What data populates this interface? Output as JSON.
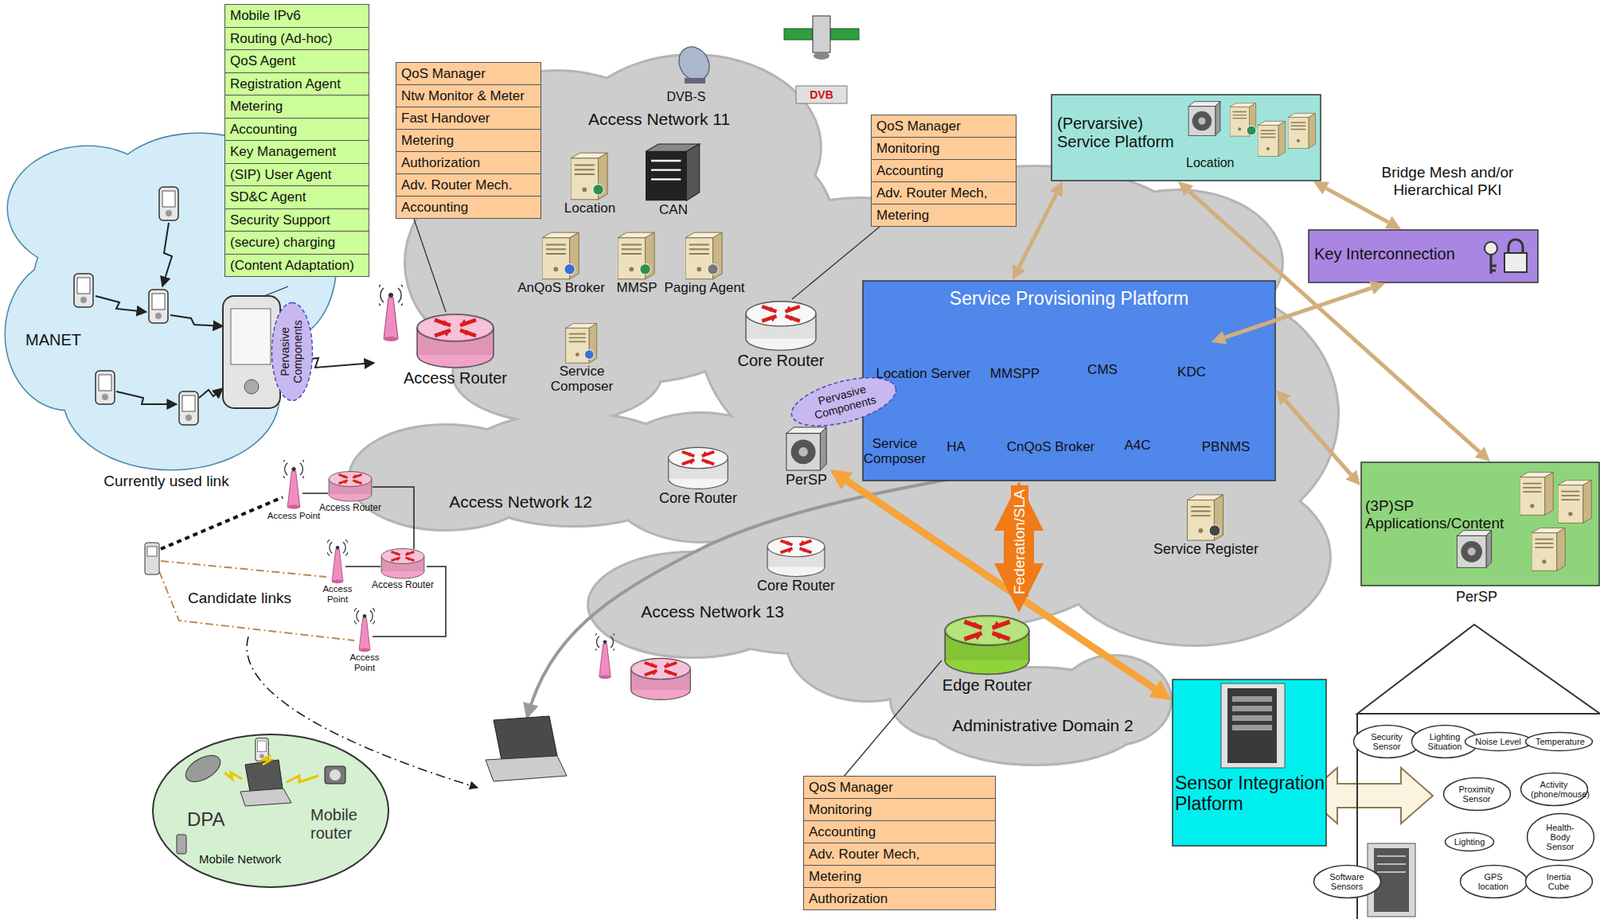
{
  "diagram": {
    "nodes": [
      {
        "text": [
          "Mobile IPv6",
          "Routing (Ad-hoc)",
          "QoS Agent",
          "Registration Agent",
          "Metering",
          "Accounting",
          "Key Management",
          "(SIP) User Agent",
          "SD&C Agent",
          "Security Support",
          "(secure) charging",
          "(Content Adaptation)"
        ]
      },
      {
        "text": [
          "Pervasive Components"
        ]
      },
      {
        "text": [
          "QoS Manager",
          "Ntw Monitor & Meter",
          "Fast Handover",
          "Metering",
          "Authorization",
          "Adv. Router Mech.",
          "Accounting"
        ]
      },
      {
        "text": [
          "Access Router"
        ]
      },
      {
        "text": [
          "Location"
        ]
      },
      {
        "text": [
          "CAN"
        ]
      },
      {
        "text": [
          "AnQoS Broker"
        ]
      },
      {
        "text": [
          "MMSP"
        ]
      },
      {
        "text": [
          "Paging Agent"
        ]
      },
      {
        "text": [
          "Service Composer"
        ]
      },
      {
        "text": [
          "QoS Manager",
          "Monitoring",
          "Accounting",
          "Adv. Router Mech,",
          "Metering"
        ]
      },
      {
        "text": [
          "Core Router"
        ]
      },
      {
        "text": [
          "(Pervarsive) Service Platform",
          "Location"
        ]
      },
      {
        "text": [
          "Key Interconnection"
        ]
      },
      {
        "text": [
          "Service Provisioning Platform"
        ]
      },
      {
        "text": [
          "Location Server"
        ],
        "in": 14
      },
      {
        "text": [
          "MMSPP"
        ],
        "in": 14
      },
      {
        "text": [
          "CMS"
        ],
        "in": 14
      },
      {
        "text": [
          "KDC"
        ],
        "in": 14
      },
      {
        "text": [
          "Service Composer"
        ],
        "in": 14
      },
      {
        "text": [
          "HA"
        ],
        "in": 14
      },
      {
        "text": [
          "CnQoS Broker"
        ],
        "in": 14
      },
      {
        "text": [
          "A4C"
        ],
        "in": 14
      },
      {
        "text": [
          "PBNMS"
        ],
        "in": 14
      },
      {
        "text": [
          "Pervasive Components"
        ]
      },
      {
        "text": [
          "PerSP"
        ]
      },
      {
        "text": [
          "Core Router"
        ]
      },
      {
        "text": [
          "Access Point"
        ]
      },
      {
        "text": [
          "Access Router"
        ]
      },
      {
        "text": [
          "Access Point"
        ]
      },
      {
        "text": [
          "Access Router"
        ]
      },
      {
        "text": [
          "Access Point"
        ]
      },
      {
        "text": [
          "Core Router"
        ]
      },
      {
        "text": [
          "(3P)SP Applications/Content",
          "PerSP"
        ]
      },
      {
        "text": [
          "Service Register"
        ]
      },
      {
        "text": [
          "Edge Router"
        ]
      },
      {
        "text": [
          "Sensor Integration Platform"
        ]
      },
      {
        "text": [
          "QoS Manager",
          "Monitoring",
          "Accounting",
          "Adv. Router Mech,",
          "Metering",
          "Authorization"
        ]
      },
      {
        "text": [
          "DPA",
          "Mobile router",
          "Mobile Network"
        ]
      },
      {
        "text": [
          "Security Sensor"
        ]
      },
      {
        "text": [
          "Lighting Situation"
        ]
      },
      {
        "text": [
          "Noise Level"
        ]
      },
      {
        "text": [
          "Temperature"
        ]
      },
      {
        "text": [
          "Activity (phone/mouse)"
        ]
      },
      {
        "text": [
          "Proximity Sensor"
        ]
      },
      {
        "text": [
          "Health-Body Sensor"
        ]
      },
      {
        "text": [
          "Lighting"
        ]
      },
      {
        "text": [
          "GPS location"
        ]
      },
      {
        "text": [
          "Inertia Cube"
        ]
      },
      {
        "text": [
          "Software Sensors"
        ]
      }
    ],
    "edges": [
      {
        "from": 12,
        "to": 14,
        "arrow": "both"
      },
      {
        "from": 12,
        "to": 13,
        "arrow": "both"
      },
      {
        "from": 13,
        "to": 18,
        "arrow": "both"
      },
      {
        "from": 12,
        "to": 33,
        "arrow": "both"
      },
      {
        "from": 14,
        "to": 33,
        "arrow": "both"
      },
      {
        "from": 25,
        "to": 36,
        "arrow": "both"
      },
      {
        "from": 14,
        "to": 35,
        "label": "Federation/SLA",
        "arrow": "both"
      },
      {
        "from": 2,
        "to": 3,
        "arrow": "none"
      },
      {
        "from": 10,
        "to": 11,
        "arrow": "none"
      },
      {
        "from": 37,
        "to": 35,
        "arrow": "none"
      }
    ],
    "labels": [
      "MANET",
      "Currently used link",
      "Candidate links",
      "Access Network 11",
      "Access Network 12",
      "Access Network 13",
      "Administrative Domain 2",
      "DVB-S",
      "DVB",
      "Bridge Mesh and/or Hierarchical PKI"
    ]
  }
}
